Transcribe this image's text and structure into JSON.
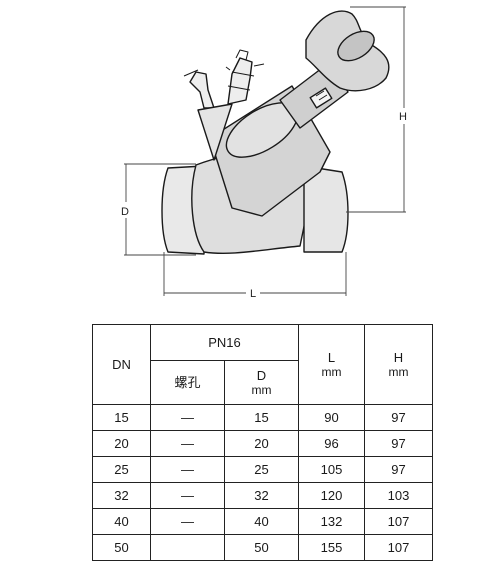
{
  "drawing": {
    "dimension_labels": {
      "D": "D",
      "L": "L",
      "H": "H"
    }
  },
  "table": {
    "header": {
      "dn": "DN",
      "pn": "PN16",
      "bolt_hole": "螺孔",
      "d_label": "D",
      "d_unit": "mm",
      "l_label": "L",
      "l_unit": "mm",
      "h_label": "H",
      "h_unit": "mm"
    },
    "rows": [
      {
        "dn": "15",
        "bolt_hole": "—",
        "d": "15",
        "l": "90",
        "h": "97"
      },
      {
        "dn": "20",
        "bolt_hole": "—",
        "d": "20",
        "l": "96",
        "h": "97"
      },
      {
        "dn": "25",
        "bolt_hole": "—",
        "d": "25",
        "l": "105",
        "h": "97"
      },
      {
        "dn": "32",
        "bolt_hole": "—",
        "d": "32",
        "l": "120",
        "h": "103"
      },
      {
        "dn": "40",
        "bolt_hole": "—",
        "d": "40",
        "l": "132",
        "h": "107"
      },
      {
        "dn": "50",
        "bolt_hole": "",
        "d": "50",
        "l": "155",
        "h": "107"
      }
    ]
  }
}
